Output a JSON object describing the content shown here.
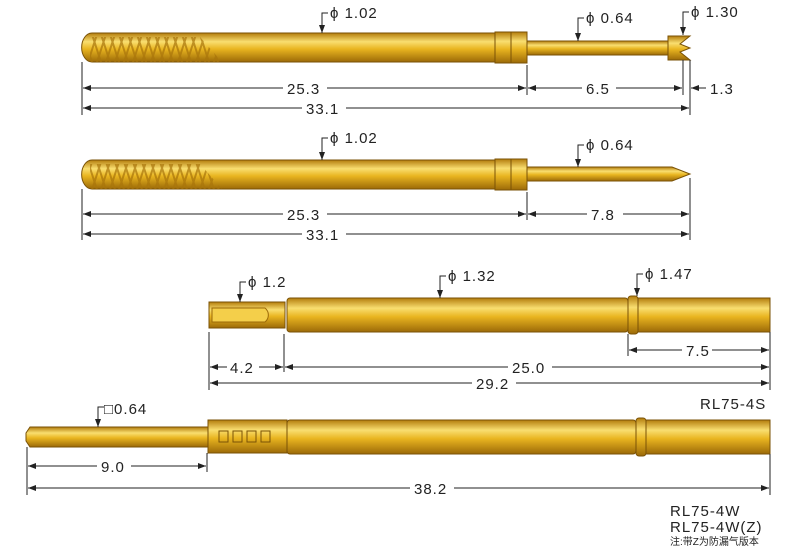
{
  "probes": [
    {
      "name": "probe-crown",
      "labels": {
        "barrel": "ϕ 1.02",
        "plunger": "ϕ 0.64",
        "tip": "ϕ 1.30"
      },
      "dims": {
        "barrel": "25.3",
        "plunger": "6.5",
        "tip": "1.3",
        "total": "33.1"
      }
    },
    {
      "name": "probe-point",
      "labels": {
        "barrel": "ϕ 1.02",
        "plunger": "ϕ 0.64"
      },
      "dims": {
        "barrel": "25.3",
        "plunger": "7.8",
        "total": "33.1"
      }
    },
    {
      "name": "receptacle-rl75-4s",
      "labels": {
        "head": "ϕ 1.2",
        "body": "ϕ 1.32",
        "ring": "ϕ 1.47"
      },
      "dims": {
        "head": "4.2",
        "body": "25.0",
        "ring": "7.5",
        "total": "29.2"
      },
      "model": "RL75-4S"
    },
    {
      "name": "receptacle-rl75-4w",
      "labels": {
        "pin": "□0.64"
      },
      "dims": {
        "pin": "9.0",
        "total": "38.2"
      },
      "models": [
        "RL75-4W",
        "RL75-4W(Z)"
      ],
      "note": "注:带Z为防漏气版本"
    }
  ],
  "colors": {
    "gold": "#e8b21c",
    "gold_light": "#f8dc6a",
    "gold_dark": "#a8740a",
    "outline": "#7a5206"
  }
}
